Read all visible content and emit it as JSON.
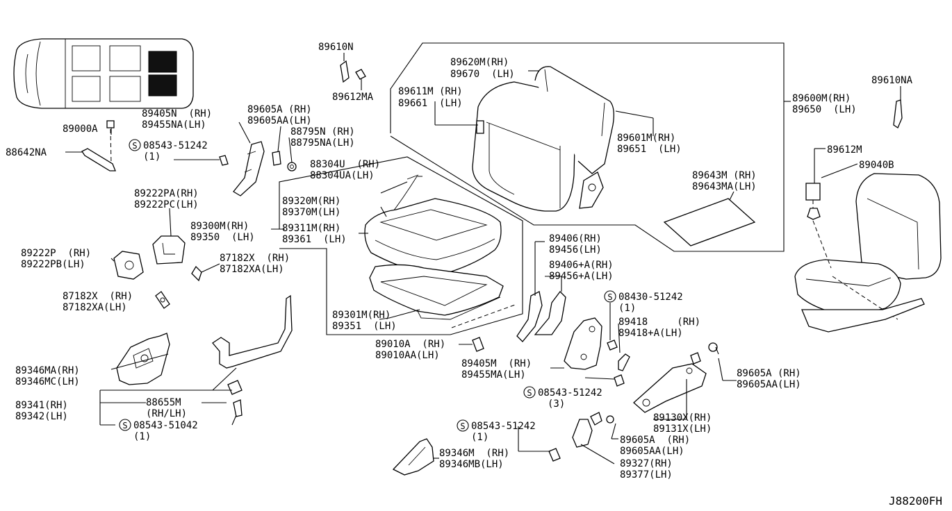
{
  "diagram_code": "J88200FH",
  "callouts": {
    "p89610N": "89610N",
    "p89612MA": "89612MA",
    "p89620M_rh": "89620M(RH)",
    "p89670_lh": "89670  (LH)",
    "p89611M_rh": "89611M (RH)",
    "p89661_lh": "89661  (LH)",
    "p89600M_rh": "89600M(RH)",
    "p89650_lh": "89650  (LH)",
    "p89610NA": "89610NA",
    "p89601M_rh": "89601M(RH)",
    "p89651_lh": "89651  (LH)",
    "p89612M": "89612M",
    "p89040B": "89040B",
    "p89643M_rh": "89643M (RH)",
    "p89643MA_lh": "89643MA(LH)",
    "p89405N_rh": "89405N  (RH)",
    "p89455NA_lh": "89455NA(LH)",
    "p89605A_rh_top": "89605A (RH)",
    "p89605AA_lh_top": "89605AA(LH)",
    "p88795N_rh": "88795N (RH)",
    "p88795NA_lh": "88795NA(LH)",
    "p89000A": "89000A",
    "p88642NA": "88642NA",
    "s08543_51242_a": "08543-51242",
    "s_qty_a": "(1)",
    "p88304U_rh": "88304U  (RH)",
    "p88304UA_lh": "88304UA(LH)",
    "p89222PA_rh": "89222PA(RH)",
    "p89222PC_lh": "89222PC(LH)",
    "p89320M_rh": "89320M(RH)",
    "p89370M_lh": "89370M(LH)",
    "p89300M_rh": "89300M(RH)",
    "p89350_lh": "89350  (LH)",
    "p89311M_rh": "89311M(RH)",
    "p89361_lh": "89361  (LH)",
    "p89222P_rh": "89222P  (RH)",
    "p89222PB_lh": "89222PB(LH)",
    "p87182X_rh_a": "87182X  (RH)",
    "p87182XA_lh_a": "87182XA(LH)",
    "p89406_rh": "89406(RH)",
    "p89456_lh": "89456(LH)",
    "p89406A_rh": "89406+A(RH)",
    "p89456A_lh": "89456+A(LH)",
    "p87182X_rh_b": "87182X  (RH)",
    "p87182XA_lh_b": "87182XA(LH)",
    "s08430_51242": "08430-51242",
    "s_qty_b": "(1)",
    "p89301M_rh": "89301M(RH)",
    "p89351_lh": "89351  (LH)",
    "p89418_rh": "89418     (RH)",
    "p89418A_lh": "89418+A(LH)",
    "p89010A_rh": "89010A  (RH)",
    "p89010AA_lh": "89010AA(LH)",
    "p89346MA_rh": "89346MA(RH)",
    "p89346MC_lh": "89346MC(LH)",
    "p89405M_rh": "89405M  (RH)",
    "p89455MA_lh": "89455MA(LH)",
    "p89605A_rh_mid": "89605A (RH)",
    "p89605AA_lh_mid": "89605AA(LH)",
    "s08543_51242_b": "08543-51242",
    "s_qty_c": "(3)",
    "p88655M": "88655M",
    "p88655M_rhlh": "(RH/LH)",
    "p89341_rh": "89341(RH)",
    "p89342_lh": "89342(LH)",
    "s08543_51042": "08543-51042",
    "s_qty_d": "(1)",
    "p89130X_rh": "89130X(RH)",
    "p89131X_lh": "89131X(LH)",
    "s08543_51242_c": "08543-51242",
    "s_qty_e": "(1)",
    "p89605A_rh_low": "89605A  (RH)",
    "p89605AA_lh_low": "89605AA(LH)",
    "p89346M_rh": "89346M  (RH)",
    "p89346MB_lh": "89346MB(LH)",
    "p89327_rh": "89327(RH)",
    "p89377_lh": "89377(LH)",
    "screw_symbol": "S"
  }
}
